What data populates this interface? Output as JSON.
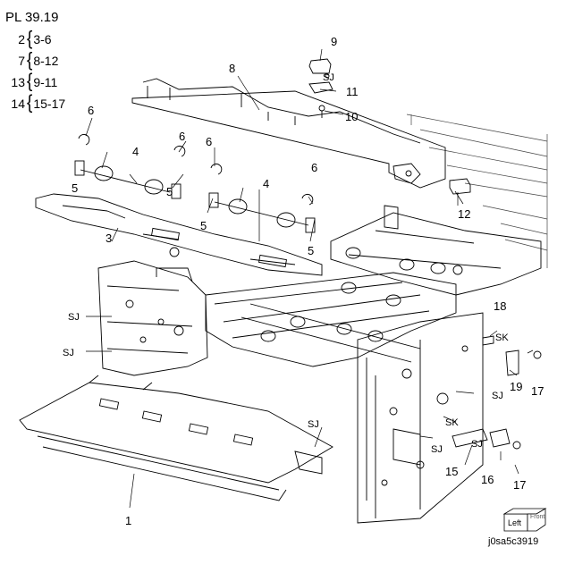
{
  "parts_list": {
    "title": "PL 39.19",
    "groups": [
      {
        "item": "2",
        "range": "3-6"
      },
      {
        "item": "7",
        "range": "8-12"
      },
      {
        "item": "13",
        "range": "9-11"
      },
      {
        "item": "14",
        "range": "15-17"
      }
    ]
  },
  "callouts": {
    "c1": "1",
    "c3": "3",
    "c4a": "4",
    "c4b": "4",
    "c5a": "5",
    "c5b": "5",
    "c5c": "5",
    "c5d": "5",
    "c6a": "6",
    "c6b": "6",
    "c6c": "6",
    "c6d": "6",
    "c8": "8",
    "c9": "9",
    "c10": "10",
    "c11": "11",
    "c12": "12",
    "c15": "15",
    "c16": "16",
    "c17a": "17",
    "c17b": "17",
    "c18": "18",
    "c19": "19",
    "sj_top": "SJ",
    "sj_left1": "SJ",
    "sj_left2": "SJ",
    "sj_cover": "SJ",
    "sj_right1": "SJ",
    "sj_right2": "SJ",
    "sj_right3": "SJ",
    "sk1": "SK",
    "sk2": "SK"
  },
  "orientation_badge": {
    "left": "Left",
    "front": "Front"
  },
  "drawing_id": "j0sa5c3919"
}
